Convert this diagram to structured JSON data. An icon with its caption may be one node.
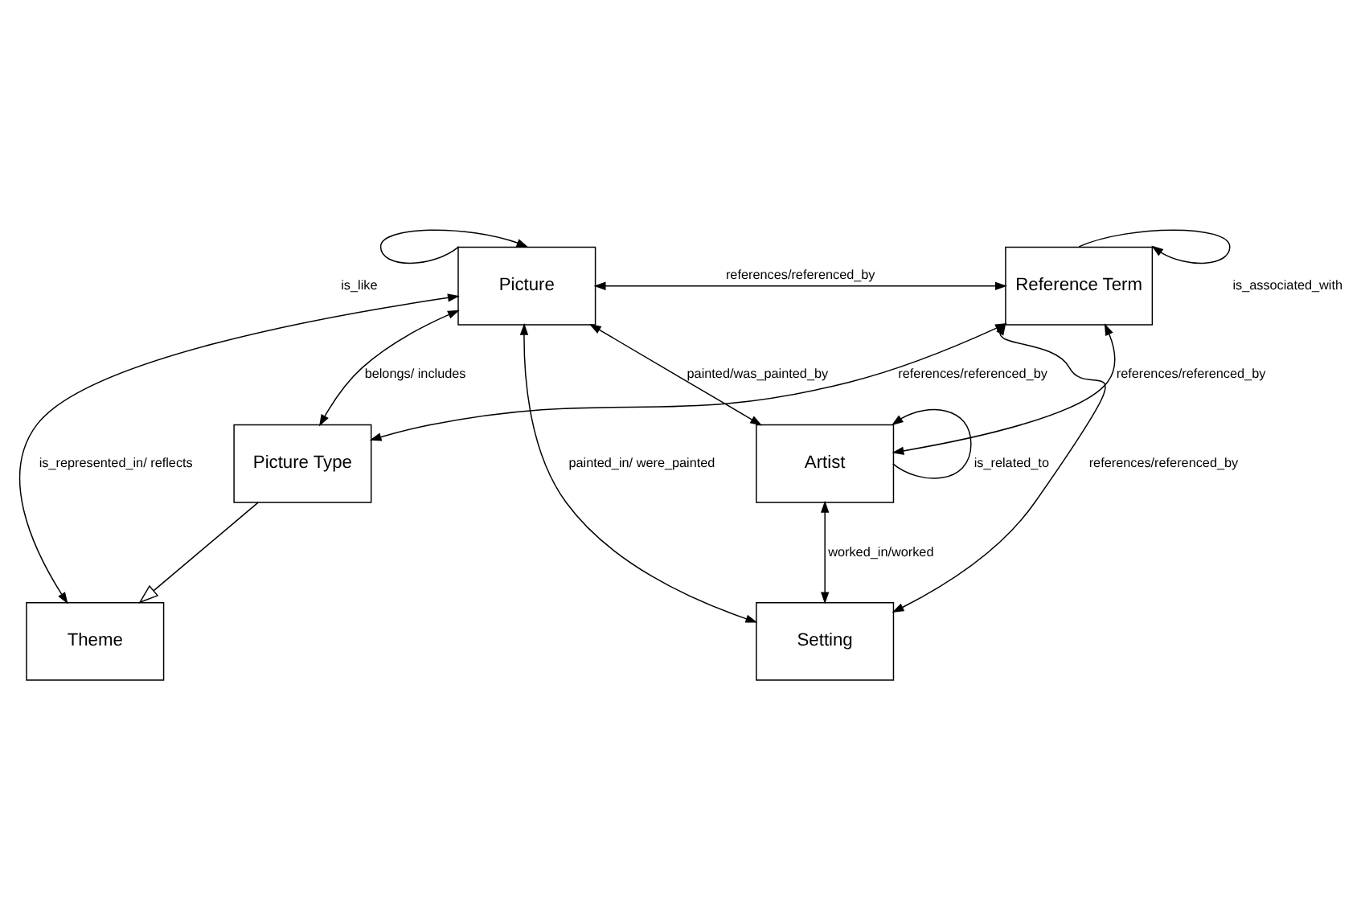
{
  "diagram": {
    "nodes": [
      {
        "text": [
          "Picture"
        ]
      },
      {
        "text": [
          "Reference Term"
        ]
      },
      {
        "text": [
          "Picture Type"
        ]
      },
      {
        "text": [
          "Theme"
        ]
      },
      {
        "text": [
          "Setting"
        ]
      },
      {
        "text": [
          "Artist"
        ]
      }
    ],
    "edges": [
      {
        "from": 0,
        "to": 0,
        "arrow": "to",
        "label": "is_like"
      },
      {
        "from": 0,
        "to": 1,
        "arrow": "both",
        "label": "references/referenced_by"
      },
      {
        "from": 1,
        "to": 1,
        "arrow": "to",
        "label": "is_associated_with"
      },
      {
        "from": 0,
        "to": 2,
        "arrow": "both",
        "label": "belongs/ includes"
      },
      {
        "from": 0,
        "to": 3,
        "arrow": "both",
        "label": "is_represented_in/ reflects"
      },
      {
        "from": 1,
        "to": 2,
        "arrow": "both",
        "label": "references/referenced_by"
      },
      {
        "from": 0,
        "to": 5,
        "arrow": "both",
        "label": "painted/was_painted_by"
      },
      {
        "from": 0,
        "to": 4,
        "arrow": "both",
        "label": "painted_in/ were_painted"
      },
      {
        "from": 1,
        "to": 4,
        "arrow": "both",
        "label": "references/referenced_by"
      },
      {
        "from": 1,
        "to": 5,
        "arrow": "both",
        "label": "references/referenced_by"
      },
      {
        "from": 5,
        "to": 5,
        "arrow": "to",
        "label": "is_related_to"
      },
      {
        "from": 4,
        "to": 5,
        "arrow": "both",
        "label": "worked_in/worked"
      },
      {
        "from": 2,
        "to": 3,
        "arrow": "to"
      }
    ]
  }
}
